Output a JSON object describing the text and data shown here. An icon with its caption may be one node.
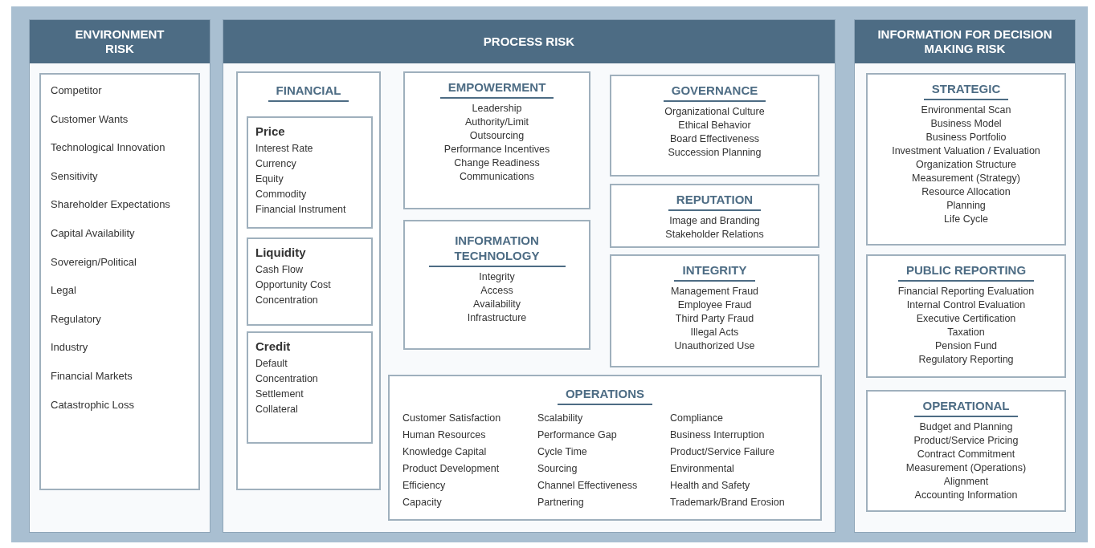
{
  "diagram": {
    "nodes": [
      {
        "text": [
          "ENVIRONMENT RISK"
        ]
      },
      {
        "text": [
          "Competitor",
          "Customer Wants",
          "Technological Innovation",
          "Sensitivity",
          "Shareholder Expectations",
          "Capital Availability",
          "Sovereign/Political",
          "Legal",
          "Regulatory",
          "Industry",
          "Financial Markets",
          "Catastrophic Loss"
        ],
        "in": 0
      },
      {
        "text": [
          "PROCESS RISK"
        ]
      },
      {
        "text": [
          "FINANCIAL"
        ],
        "in": 2
      },
      {
        "text": [
          "Price",
          "Interest Rate",
          "Currency",
          "Equity",
          "Commodity",
          "Financial Instrument"
        ],
        "in": 3
      },
      {
        "text": [
          "Liquidity",
          "Cash Flow",
          "Opportunity Cost",
          "Concentration"
        ],
        "in": 3
      },
      {
        "text": [
          "Credit",
          "Default",
          "Concentration",
          "Settlement",
          "Collateral"
        ],
        "in": 3
      },
      {
        "text": [
          "EMPOWERMENT",
          "Leadership",
          "Authority/Limit",
          "Outsourcing",
          "Performance Incentives",
          "Change Readiness",
          "Communications"
        ],
        "in": 2
      },
      {
        "text": [
          "GOVERNANCE",
          "Organizational Culture",
          "Ethical Behavior",
          "Board Effectiveness",
          "Succession Planning"
        ],
        "in": 2
      },
      {
        "text": [
          "REPUTATION",
          "Image and Branding",
          "Stakeholder Relations"
        ],
        "in": 2
      },
      {
        "text": [
          "INFORMATION TECHNOLOGY",
          "Integrity",
          "Access",
          "Availability",
          "Infrastructure"
        ],
        "in": 2
      },
      {
        "text": [
          "INTEGRITY",
          "Management Fraud",
          "Employee Fraud",
          "Third Party Fraud",
          "Illegal Acts",
          "Unauthorized Use"
        ],
        "in": 2
      },
      {
        "text": [
          "OPERATIONS",
          "Customer Satisfaction",
          "Human Resources",
          "Knowledge Capital",
          "Product Development",
          "Efficiency",
          "Capacity",
          "Scalability",
          "Performance Gap",
          "Cycle Time",
          "Sourcing",
          "Channel Effectiveness",
          "Partnering",
          "Compliance",
          "Business Interruption",
          "Product/Service Failure",
          "Environmental",
          "Health and Safety",
          "Trademark/Brand Erosion"
        ],
        "in": 2
      },
      {
        "text": [
          "INFORMATION FOR DECISION MAKING RISK"
        ]
      },
      {
        "text": [
          "STRATEGIC",
          "Environmental Scan",
          "Business Model",
          "Business Portfolio",
          "Investment Valuation / Evaluation",
          "Organization Structure",
          "Measurement (Strategy)",
          "Resource Allocation",
          "Planning",
          "Life Cycle"
        ],
        "in": 13
      },
      {
        "text": [
          "PUBLIC REPORTING",
          "Financial Reporting Evaluation",
          "Internal Control Evaluation",
          "Executive Certification",
          "Taxation",
          "Pension Fund",
          "Regulatory Reporting"
        ],
        "in": 13
      },
      {
        "text": [
          "OPERATIONAL",
          "Budget and Planning",
          "Product/Service Pricing",
          "Contract Commitment",
          "Measurement (Operations)",
          "Alignment",
          "Accounting Information"
        ],
        "in": 13
      }
    ]
  }
}
